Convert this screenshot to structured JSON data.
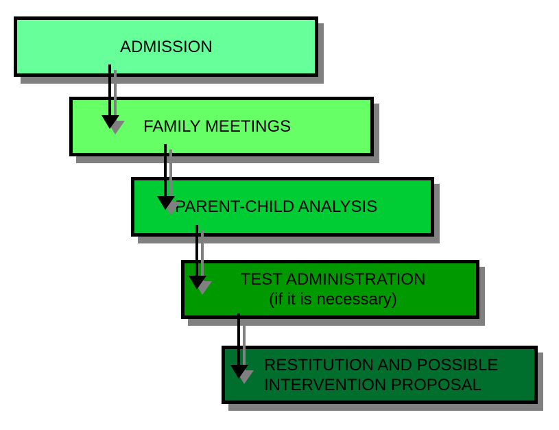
{
  "steps": [
    {
      "lines": [
        "ADMISSION"
      ],
      "color": "#66ff99"
    },
    {
      "lines": [
        "FAMILY MEETINGS"
      ],
      "color": "#66ff66"
    },
    {
      "lines": [
        "PARENT-CHILD ANALYSIS"
      ],
      "color": "#00cc33"
    },
    {
      "lines": [
        "TEST ADMINISTRATION",
        "(if it is necessary)"
      ],
      "color": "#009900"
    },
    {
      "lines": [
        "RESTITUTION AND POSSIBLE",
        "INTERVENTION PROPOSAL"
      ],
      "color": "#006e2c"
    }
  ],
  "colors": {
    "border": "#000000",
    "shadow": "#808080",
    "arrow": "#000000",
    "arrow_shadow": "#808080"
  }
}
